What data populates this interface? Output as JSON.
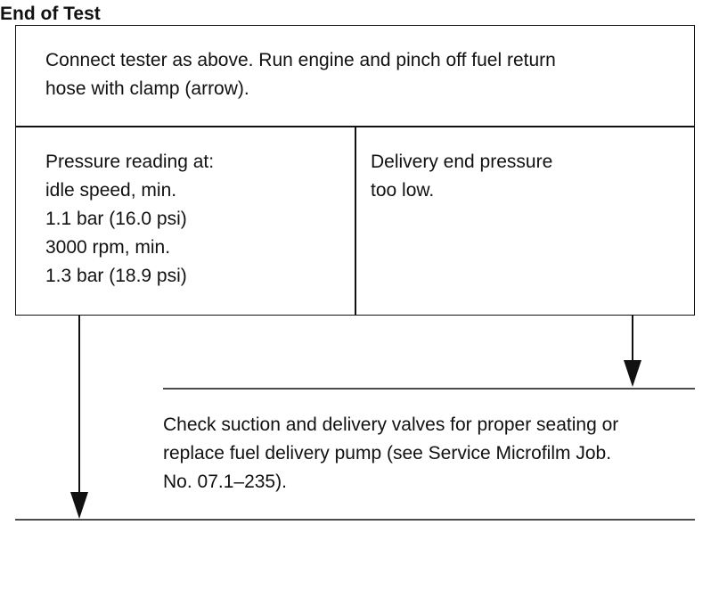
{
  "steps": {
    "instruction": "Connect tester as above. Run engine and pinch off fuel return\nhose with clamp (arrow).",
    "pass_condition": "Pressure reading at:\nidle speed, min.\n1.1 bar (16.0 psi)\n3000 rpm, min.\n1.3 bar (18.9 psi)",
    "fail_condition": "Delivery end pressure\ntoo low.",
    "remedy": "Check suction and delivery valves for proper seating or\nreplace fuel delivery pump (see Service Microfilm Job.\nNo. 07.1–235).",
    "end": "End of Test"
  }
}
